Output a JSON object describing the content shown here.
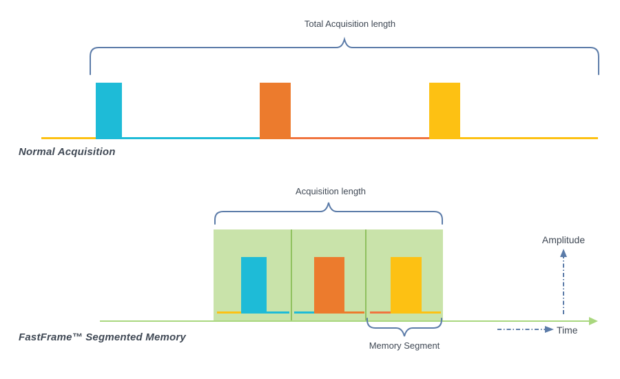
{
  "palette": {
    "cyan": "#1EBBD7",
    "orange": "#EC7B2D",
    "red_orange": "#F0743F",
    "yellow": "#FDC113",
    "brace_blue": "#5B7BA8",
    "text_dark": "#3F4854",
    "green_fill": "#C9E3AA",
    "green_line": "#8FC05E",
    "axis_green": "#A9D77E"
  },
  "normal_acquisition": {
    "brace_title": "Total Acquisition length",
    "section_label": "Normal Acquisition"
  },
  "fastframe": {
    "brace_title": "Acquisition length",
    "section_label": "FastFrame™ Segmented Memory",
    "memory_segment_label": "Memory Segment",
    "amplitude_axis_label": "Amplitude",
    "time_axis_label": "Time"
  }
}
